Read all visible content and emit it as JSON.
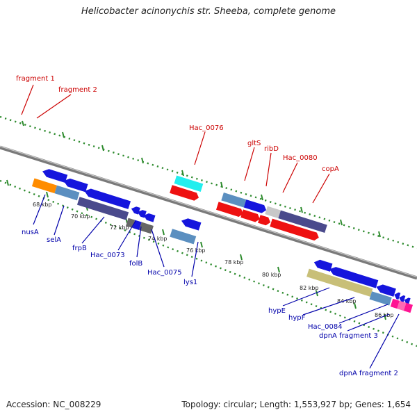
{
  "title": "Helicobacter acinonychis str. Sheeba, complete genome",
  "footer": {
    "accession": "Accession: NC_008229",
    "summary": "Topology: circular; Length: 1,553,927 bp; Genes: 1,654"
  },
  "colors": {
    "forward_label": "#cc0000",
    "reverse_label": "#0000aa",
    "dotted_ring": "#2e8b2e",
    "backbone": "#808080"
  },
  "ticks": [
    "68 kbp",
    "70 kbp",
    "72 kbp",
    "74 kbp",
    "76 kbp",
    "78 kbp",
    "80 kbp",
    "82 kbp",
    "84 kbp",
    "86 kbp"
  ],
  "forward_labels": [
    "fragment 1",
    "fragment 2",
    "Hac_0076",
    "gltS",
    "ribD",
    "Hac_0080",
    "copA"
  ],
  "reverse_labels": [
    "nusA",
    "selA",
    "frpB",
    "Hac_0073",
    "folB",
    "Hac_0075",
    "lys1",
    "hypE",
    "hypF",
    "Hac_0084",
    "dpnA fragment 3",
    "dpnA fragment 2"
  ]
}
